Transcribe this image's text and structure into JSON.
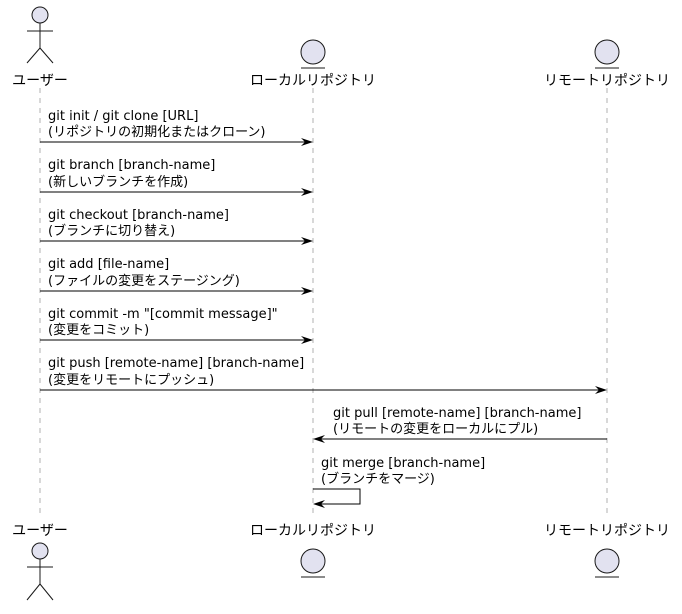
{
  "participants": [
    {
      "id": "user",
      "kind": "actor",
      "label": "ユーザー"
    },
    {
      "id": "local",
      "kind": "entity",
      "label": "ローカルリポジトリ"
    },
    {
      "id": "remote",
      "kind": "entity",
      "label": "リモートリポジトリ"
    }
  ],
  "messages": [
    {
      "from": "user",
      "to": "local",
      "line1": "git init / git clone [URL]",
      "line2": "(リポジトリの初期化またはクローン)"
    },
    {
      "from": "user",
      "to": "local",
      "line1": "git branch [branch-name]",
      "line2": "(新しいブランチを作成)"
    },
    {
      "from": "user",
      "to": "local",
      "line1": "git checkout [branch-name]",
      "line2": "(ブランチに切り替え)"
    },
    {
      "from": "user",
      "to": "local",
      "line1": "git add [file-name]",
      "line2": "(ファイルの変更をステージング)"
    },
    {
      "from": "user",
      "to": "local",
      "line1": "git commit -m \"[commit message]\"",
      "line2": "(変更をコミット)"
    },
    {
      "from": "user",
      "to": "remote",
      "line1": "git push [remote-name] [branch-name]",
      "line2": "(変更をリモートにプッシュ)"
    },
    {
      "from": "remote",
      "to": "local",
      "line1": "git pull [remote-name] [branch-name]",
      "line2": "(リモートの変更をローカルにプル)"
    },
    {
      "from": "local",
      "to": "local",
      "line1": "git merge [branch-name]",
      "line2": "(ブランチをマージ)"
    }
  ]
}
